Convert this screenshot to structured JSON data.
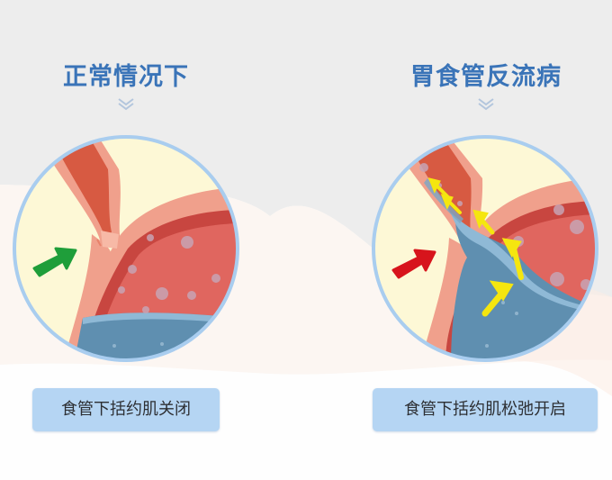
{
  "panels": [
    {
      "title": "正常情况下",
      "caption": "食管下括约肌关闭",
      "state": "closed",
      "arrow_color": "#1f9e3a",
      "arrow_icon": "green-arrow-icon"
    },
    {
      "title": "胃食管反流病",
      "caption": "食管下括约肌松弛开启",
      "state": "open-reflux",
      "arrow_color": "#d7141c",
      "arrow_icon": "red-arrow-icon",
      "reflux_arrow_color": "#f5e60f"
    }
  ],
  "colors": {
    "title": "#3a74b8",
    "caption_bg": "#b5d5f3",
    "circle_border": "#a9cdef",
    "background_top": "#ededed",
    "background_wave": "#fcf6f2",
    "stomach_wall": "#f0a08c",
    "stomach_inner": "#e0665f",
    "gastric_fluid": "#5f8fb0",
    "circle_fill": "#fdf8d6"
  }
}
